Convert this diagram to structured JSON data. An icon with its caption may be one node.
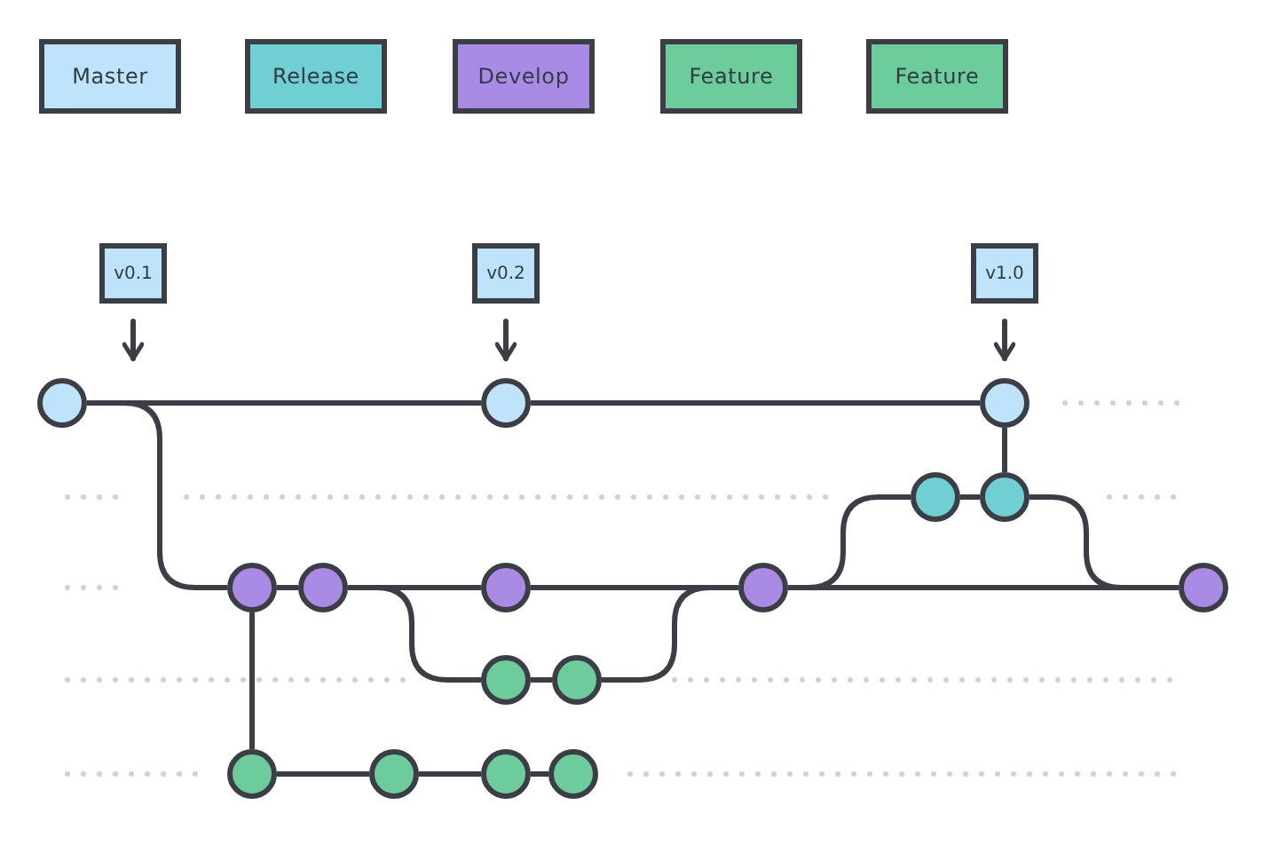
{
  "diagram": {
    "nodes": [
      {
        "text": [
          "v0.1"
        ]
      },
      {
        "text": [
          "v0.2"
        ]
      },
      {
        "text": [
          "v1.0"
        ]
      },
      {
        "text": [],
        "shape": "circle"
      },
      {
        "text": [],
        "shape": "circle"
      },
      {
        "text": [],
        "shape": "circle"
      },
      {
        "text": [],
        "shape": "circle"
      },
      {
        "text": [],
        "shape": "circle"
      },
      {
        "text": [],
        "shape": "circle"
      },
      {
        "text": [],
        "shape": "circle"
      },
      {
        "text": [],
        "shape": "circle"
      },
      {
        "text": [],
        "shape": "circle"
      },
      {
        "text": [],
        "shape": "circle"
      },
      {
        "text": [],
        "shape": "circle"
      },
      {
        "text": [],
        "shape": "circle"
      },
      {
        "text": [],
        "shape": "circle"
      },
      {
        "text": [],
        "shape": "circle"
      },
      {
        "text": [],
        "shape": "circle"
      },
      {
        "text": [],
        "shape": "circle"
      }
    ],
    "edges": [
      {
        "from": 0,
        "to": 3,
        "arrow": "to"
      },
      {
        "from": 1,
        "to": 4,
        "arrow": "to"
      },
      {
        "from": 2,
        "to": 5,
        "arrow": "to"
      },
      {
        "from": 3,
        "to": 4,
        "arrow": "none"
      },
      {
        "from": 4,
        "to": 5,
        "arrow": "none"
      },
      {
        "from": 3,
        "to": 8,
        "arrow": "none"
      },
      {
        "from": 8,
        "to": 9,
        "arrow": "none"
      },
      {
        "from": 9,
        "to": 10,
        "arrow": "none"
      },
      {
        "from": 10,
        "to": 11,
        "arrow": "none"
      },
      {
        "from": 11,
        "to": 12,
        "arrow": "none"
      },
      {
        "from": 11,
        "to": 6,
        "arrow": "none"
      },
      {
        "from": 6,
        "to": 7,
        "arrow": "none"
      },
      {
        "from": 7,
        "to": 12,
        "arrow": "none"
      },
      {
        "from": 7,
        "to": 5,
        "arrow": "none"
      },
      {
        "from": 9,
        "to": 13,
        "arrow": "none"
      },
      {
        "from": 13,
        "to": 14,
        "arrow": "none"
      },
      {
        "from": 14,
        "to": 11,
        "arrow": "none"
      },
      {
        "from": 8,
        "to": 15,
        "arrow": "none"
      },
      {
        "from": 15,
        "to": 16,
        "arrow": "none"
      },
      {
        "from": 16,
        "to": 17,
        "arrow": "none"
      },
      {
        "from": 17,
        "to": 18,
        "arrow": "none"
      }
    ],
    "legend": [
      {
        "text": "Master",
        "color": "#bfe3fb"
      },
      {
        "text": "Release",
        "color": "#6fcfd3"
      },
      {
        "text": "Develop",
        "color": "#a98be6"
      },
      {
        "text": "Feature",
        "color": "#6dcc9c"
      },
      {
        "text": "Feature",
        "color": "#6dcc9c"
      }
    ]
  }
}
